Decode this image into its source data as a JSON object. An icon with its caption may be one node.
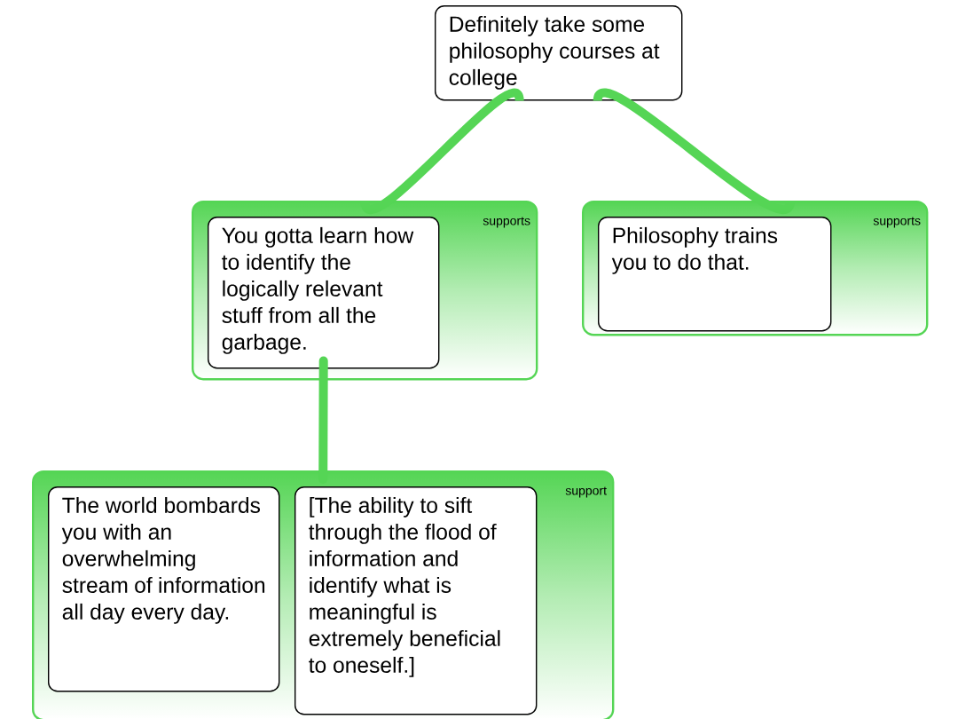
{
  "diagram": {
    "nodes": [
      {
        "text": [
          "Definitely take some philosophy courses at college"
        ]
      },
      {
        "text": [
          "supports"
        ]
      },
      {
        "text": [
          "You gotta learn how to identify the logically relevant stuff from all the garbage."
        ],
        "in": 1
      },
      {
        "text": [
          "supports"
        ]
      },
      {
        "text": [
          "Philosophy trains you to do that."
        ],
        "in": 3
      },
      {
        "text": [
          "support"
        ]
      },
      {
        "text": [
          "The world bombards you with an overwhelming stream of information all day every day."
        ],
        "in": 5
      },
      {
        "text": [
          "[The ability to sift through the flood of information and identify what is meaningful is extremely beneficial to oneself.]"
        ],
        "in": 5
      }
    ],
    "edges": [
      {
        "from": 0,
        "to": 1,
        "arrow": "none"
      },
      {
        "from": 0,
        "to": 3,
        "arrow": "none"
      },
      {
        "from": 2,
        "to": 5,
        "arrow": "none"
      }
    ]
  }
}
